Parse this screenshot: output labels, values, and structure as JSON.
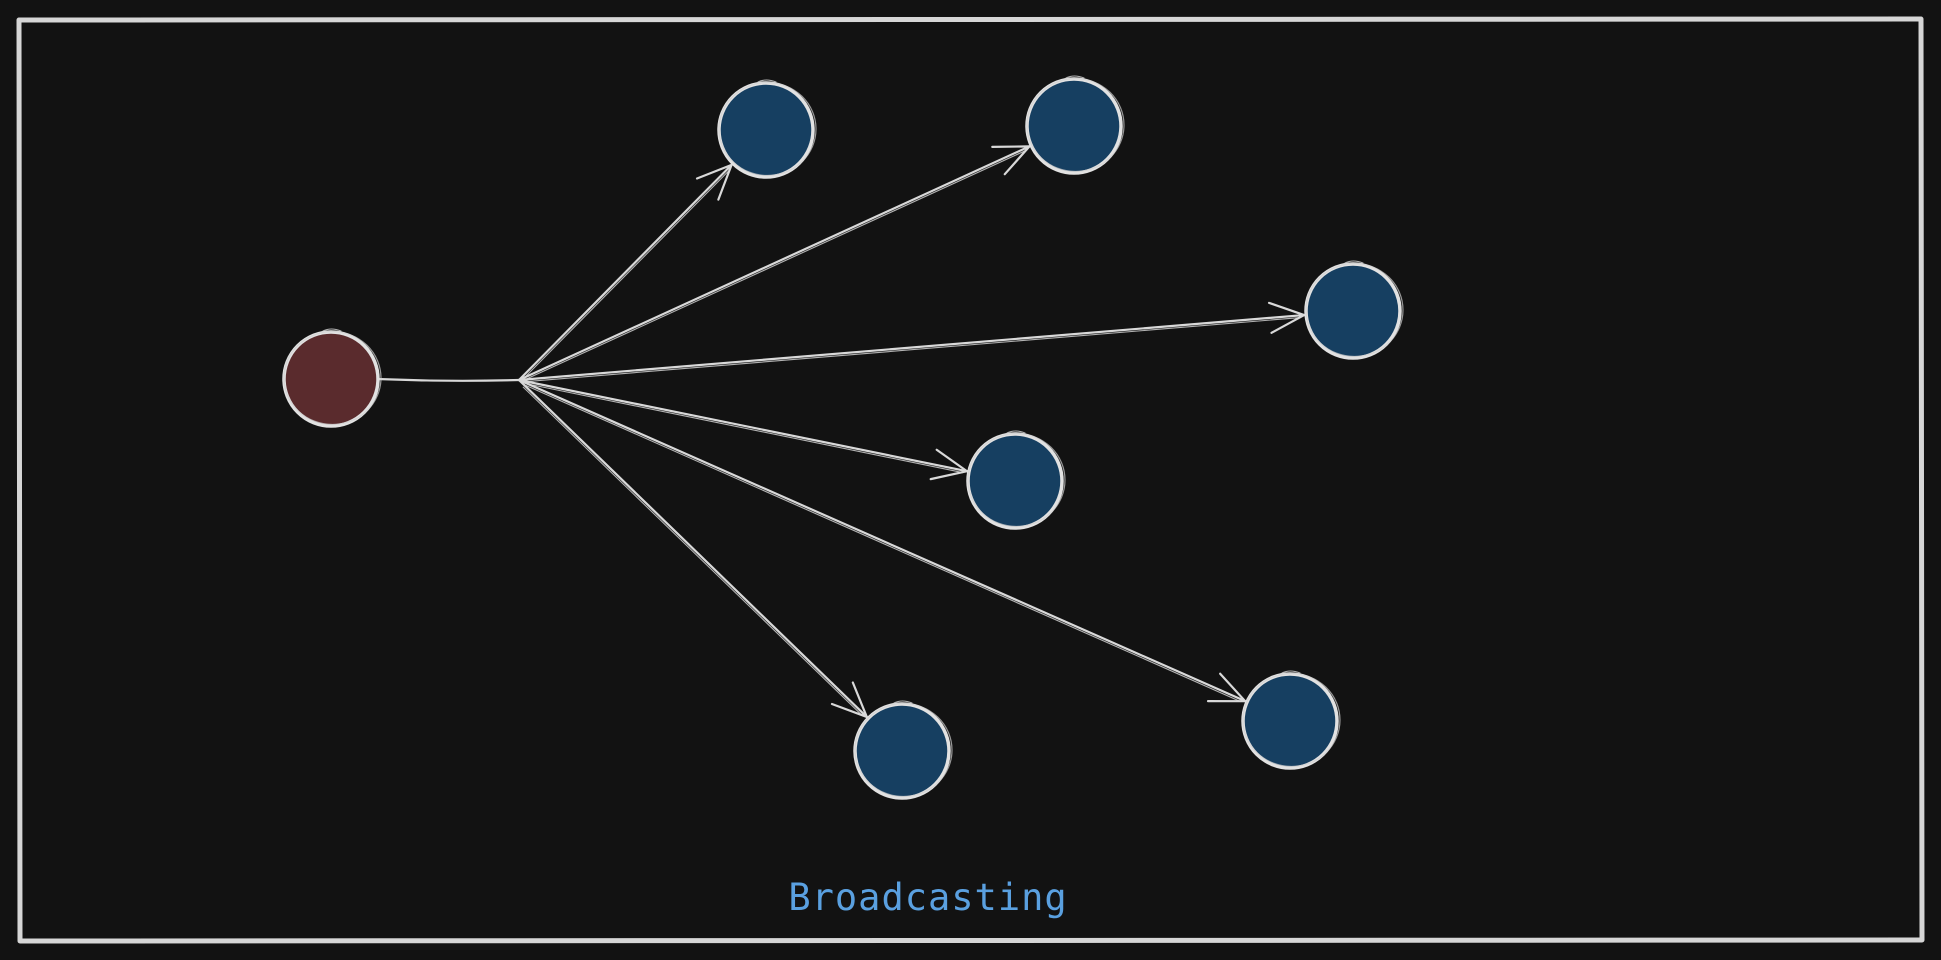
{
  "diagram": {
    "caption": "Broadcasting",
    "colors": {
      "background": "#121212",
      "frame": "#d6d6d6",
      "stroke": "#e2e2e2",
      "source_fill": "#5a2b2d",
      "target_fill": "#163f61",
      "caption": "#5aa0e0"
    },
    "nodes": [
      {
        "id": "source",
        "role": "source"
      },
      {
        "id": "t1",
        "role": "target"
      },
      {
        "id": "t2",
        "role": "target"
      },
      {
        "id": "t3",
        "role": "target"
      },
      {
        "id": "t4",
        "role": "target"
      },
      {
        "id": "t5",
        "role": "target"
      },
      {
        "id": "t6",
        "role": "target"
      }
    ],
    "edges": [
      {
        "from": "source",
        "to": "t1"
      },
      {
        "from": "source",
        "to": "t2"
      },
      {
        "from": "source",
        "to": "t3"
      },
      {
        "from": "source",
        "to": "t4"
      },
      {
        "from": "source",
        "to": "t5"
      },
      {
        "from": "source",
        "to": "t6"
      }
    ]
  }
}
